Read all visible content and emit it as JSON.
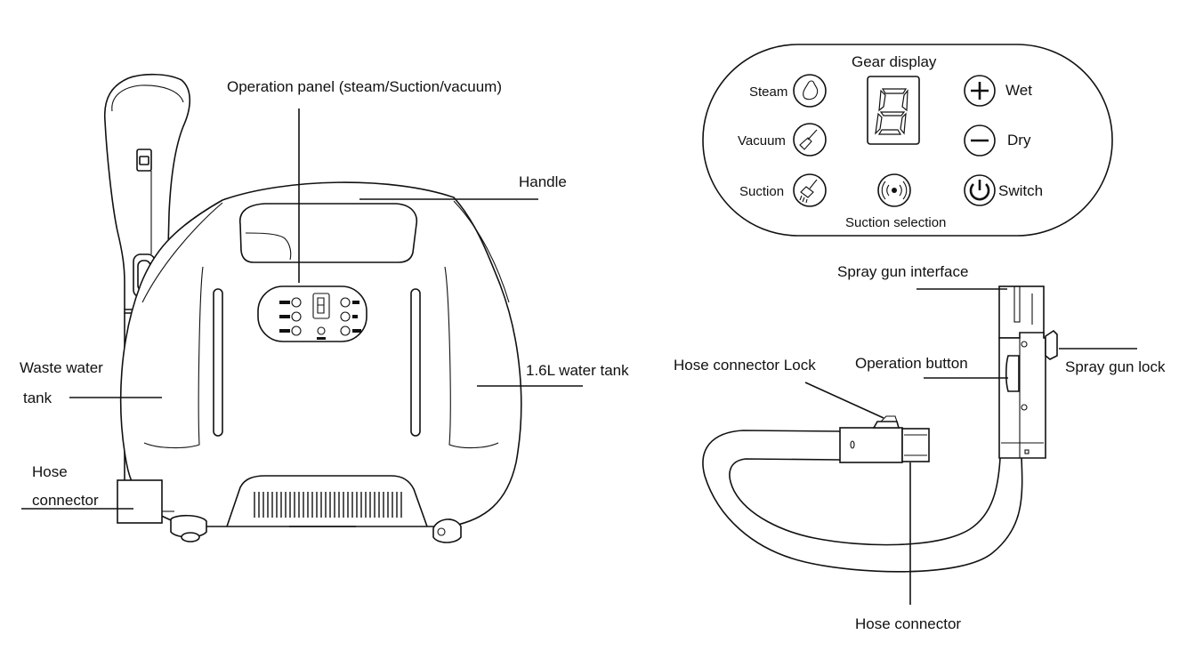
{
  "labels": {
    "operation_panel": "Operation panel (steam/Suction/vacuum)",
    "handle": "Handle",
    "waste_water_line1": "Waste water",
    "waste_water_line2": "tank",
    "water_tank": "1.6L water tank",
    "hose_connector_main_line1": "Hose",
    "hose_connector_main_line2": "connector",
    "spray_gun_interface": "Spray gun interface",
    "hose_connector_lock": "Hose connector Lock",
    "operation_button": "Operation button",
    "spray_gun_lock": "Spray gun lock",
    "hose_connector": "Hose connector"
  },
  "panel": {
    "gear_display": "Gear display",
    "steam": "Steam",
    "vacuum": "Vacuum",
    "suction": "Suction",
    "wet": "Wet",
    "dry": "Dry",
    "switch": "Switch",
    "suction_selection": "Suction selection"
  },
  "icons": {
    "steam": "steam-icon",
    "vacuum": "brush-icon",
    "suction": "suction-brush-icon",
    "wet": "plus-circle-icon",
    "dry": "minus-circle-icon",
    "switch": "power-icon",
    "suction_selection": "signal-waves-icon"
  },
  "colors": {
    "line": "#111111",
    "background": "#ffffff"
  }
}
